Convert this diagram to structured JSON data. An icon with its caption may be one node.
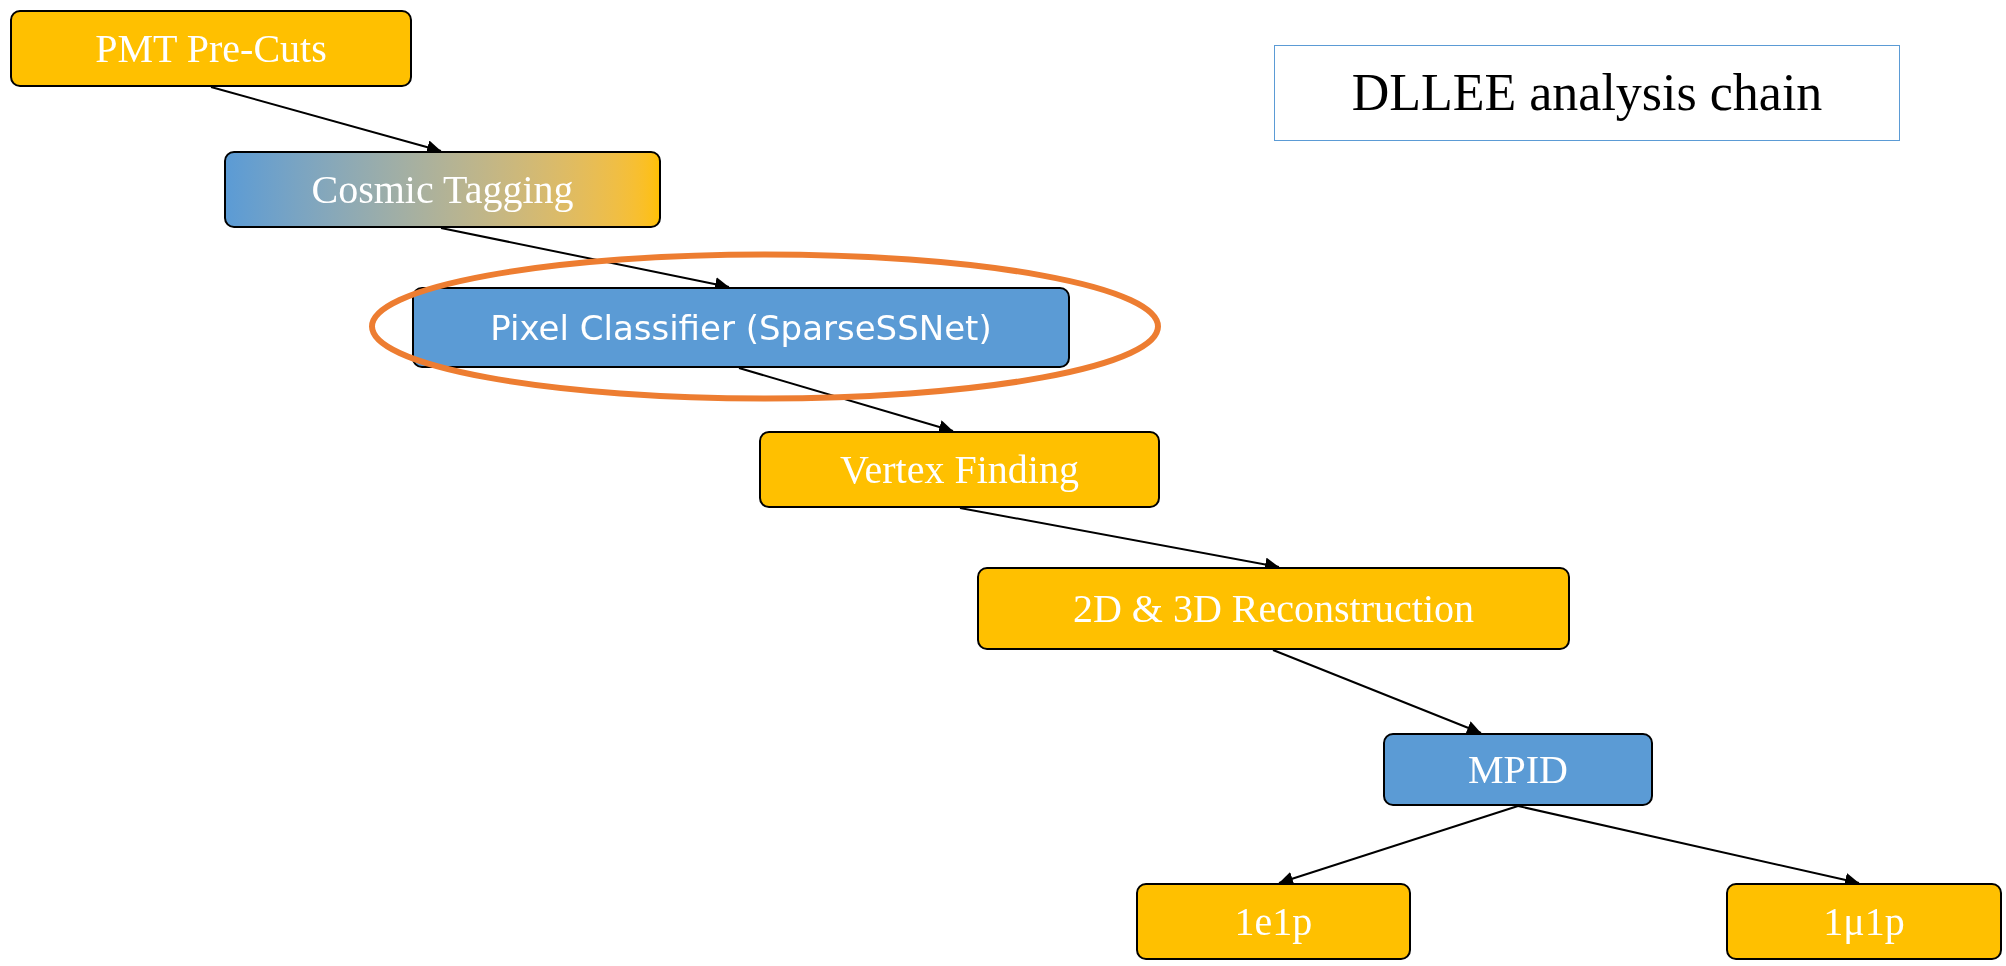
{
  "diagram": {
    "title": "DLLEE analysis chain",
    "nodes": [
      {
        "text": [
          "PMT Pre-Cuts"
        ]
      },
      {
        "text": [
          "Cosmic Tagging"
        ]
      },
      {
        "text": [
          "Pixel Classifier (SparseSSNet)"
        ]
      },
      {
        "text": [
          "Vertex Finding"
        ]
      },
      {
        "text": [
          "2D & 3D Reconstruction"
        ]
      },
      {
        "text": [
          "MPID"
        ]
      },
      {
        "text": [
          "1e1p"
        ]
      },
      {
        "text": [
          "1μ1p"
        ]
      }
    ],
    "edges": [
      {
        "from": 0,
        "to": 1,
        "arrow": "to"
      },
      {
        "from": 1,
        "to": 2,
        "arrow": "to"
      },
      {
        "from": 2,
        "to": 3,
        "arrow": "to"
      },
      {
        "from": 3,
        "to": 4,
        "arrow": "to"
      },
      {
        "from": 4,
        "to": 5,
        "arrow": "to"
      },
      {
        "from": 5,
        "to": 6,
        "arrow": "to"
      },
      {
        "from": 5,
        "to": 7,
        "arrow": "to"
      }
    ]
  }
}
